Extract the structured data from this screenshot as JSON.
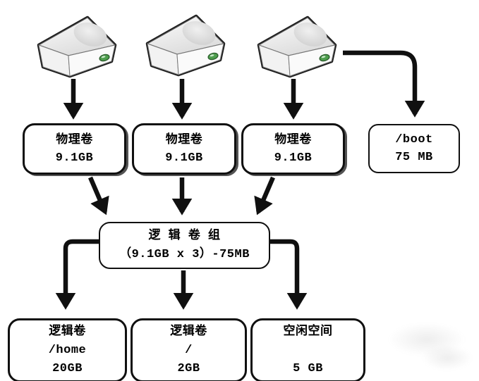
{
  "boxes": {
    "pv1": {
      "lines": [
        "物理卷",
        "9.1GB"
      ]
    },
    "pv2": {
      "lines": [
        "物理卷",
        "9.1GB"
      ]
    },
    "pv3": {
      "lines": [
        "物理卷",
        "9.1GB"
      ]
    },
    "boot": {
      "lines": [
        "/boot",
        "75 MB"
      ]
    },
    "vg": {
      "lines": [
        "逻 辑 卷 组",
        "（9.1GB x 3）-75MB"
      ]
    },
    "lv_home": {
      "lines": [
        "逻辑卷",
        "/home",
        "20GB"
      ]
    },
    "lv_root": {
      "lines": [
        "逻辑卷",
        "/",
        "2GB"
      ]
    },
    "free_space": {
      "lines": [
        "空闲空间",
        "",
        "5 GB"
      ]
    }
  },
  "icons": {
    "disk": "hard-disk-icon"
  },
  "colors": {
    "background": "#ffffff",
    "stroke": "#111111",
    "box_fill": "#ffffff",
    "disk_led_green": "#4d9e4d"
  }
}
